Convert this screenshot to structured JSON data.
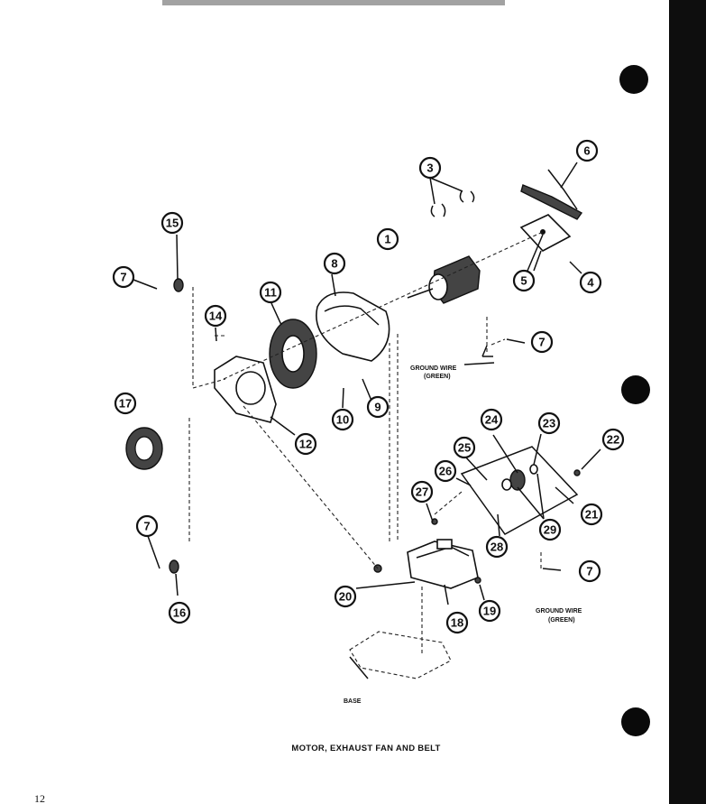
{
  "diagram": {
    "title": "MOTOR, EXHAUST FAN AND BELT",
    "page_number": "12",
    "notes": {
      "ground_wire_top_line1": "GROUND WIRE",
      "ground_wire_top_line2": "(GREEN)",
      "ground_wire_bottom_line1": "GROUND WIRE",
      "ground_wire_bottom_line2": "(GREEN)",
      "base": "BASE"
    },
    "callouts": [
      "1",
      "3",
      "4",
      "5",
      "6",
      "7",
      "8",
      "9",
      "10",
      "11",
      "12",
      "14",
      "15",
      "16",
      "17",
      "18",
      "19",
      "20",
      "21",
      "22",
      "23",
      "24",
      "25",
      "26",
      "27",
      "28",
      "29"
    ],
    "callout_labels": {
      "c1": "1",
      "c3": "3",
      "c4": "4",
      "c5": "5",
      "c6": "6",
      "c7a": "7",
      "c7b": "7",
      "c7c": "7",
      "c7d": "7",
      "c8": "8",
      "c9": "9",
      "c10": "10",
      "c11": "11",
      "c12": "12",
      "c14": "14",
      "c15": "15",
      "c16": "16",
      "c17": "17",
      "c18": "18",
      "c19": "19",
      "c20": "20",
      "c21": "21",
      "c22": "22",
      "c23": "23",
      "c24": "24",
      "c25": "25",
      "c26": "26",
      "c27": "27",
      "c28": "28",
      "c29": "29"
    }
  }
}
